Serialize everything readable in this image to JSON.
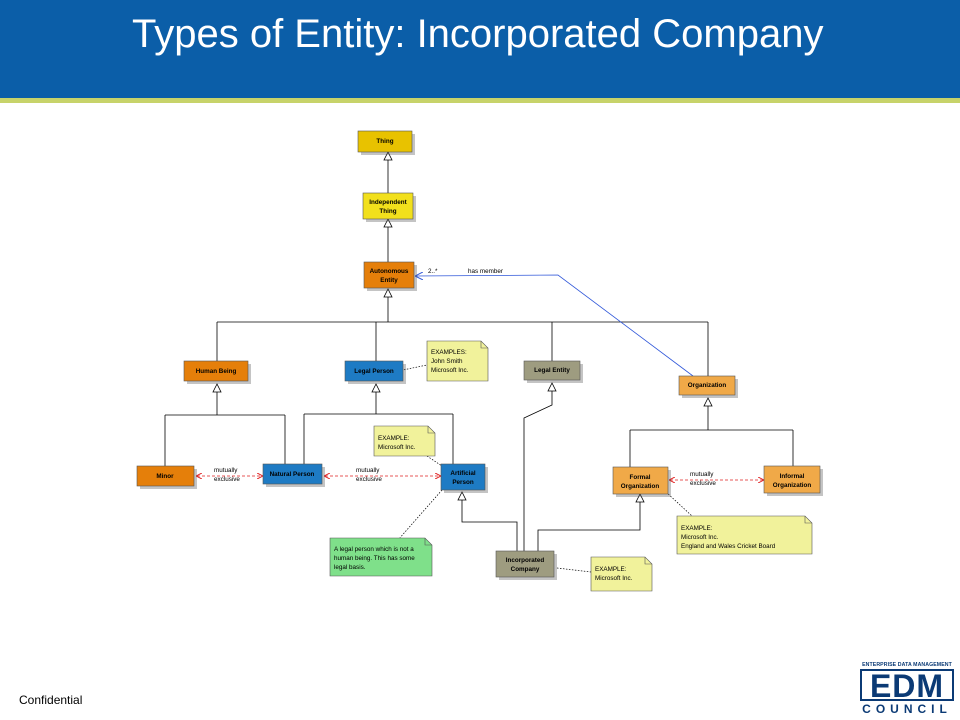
{
  "slide": {
    "title": "Types of Entity: Incorporated Company",
    "footer": "Confidential"
  },
  "logo": {
    "tagline": "ENTERPRISE DATA MANAGEMENT",
    "main": "EDM",
    "sub": "COUNCIL"
  },
  "colors": {
    "header": "#0b5ea8",
    "stripe": "#c7d36a",
    "yellow_class": "#e8c200",
    "orange_class": "#e57f0a",
    "blue_class": "#1e7bc4",
    "gray_class": "#9e9c80",
    "light_orange_class": "#f0a948",
    "note_yellow": "#f1f29b",
    "note_green": "#7fe08a",
    "association_line": "#3057d9",
    "disjoint_line": "#e02020"
  },
  "nodes": {
    "thing": {
      "label": "Thing"
    },
    "independent_thing": {
      "label1": "Independent",
      "label2": "Thing"
    },
    "autonomous_entity": {
      "label1": "Autonomous",
      "label2": "Entity"
    },
    "human_being": {
      "label": "Human Being"
    },
    "legal_person": {
      "label": "Legal Person"
    },
    "legal_entity": {
      "label": "Legal Entity"
    },
    "organization": {
      "label": "Organization"
    },
    "minor": {
      "label": "Minor"
    },
    "natural_person": {
      "label": "Natural Person"
    },
    "artificial_person": {
      "label1": "Artificial",
      "label2": "Person"
    },
    "formal_organization": {
      "label1": "Formal",
      "label2": "Organization"
    },
    "informal_organization": {
      "label1": "Informal",
      "label2": "Organization"
    },
    "incorporated_company": {
      "label1": "Incorporated",
      "label2": "Company"
    }
  },
  "notes": {
    "legal_person_examples": {
      "l1": "EXAMPLES:",
      "l2": "John Smith",
      "l3": "Microsoft Inc."
    },
    "artificial_person_example": {
      "l1": "EXAMPLE:",
      "l2": "Microsoft Inc."
    },
    "artificial_person_definition": {
      "l1": "A legal person which is not a",
      "l2": "human being. This has some",
      "l3": "legal basis."
    },
    "formal_organization_example": {
      "l1": "EXAMPLE:",
      "l2": "Microsoft Inc.",
      "l3": "England and Wales Cricket Board"
    },
    "incorporated_company_example": {
      "l1": "EXAMPLE:",
      "l2": "Microsoft Inc."
    }
  },
  "edges": {
    "has_member": {
      "label": "has member",
      "multiplicity": "2..*"
    },
    "minor_natural": {
      "l1": "mutually",
      "l2": "exclusive"
    },
    "natural_artificial": {
      "l1": "mutually",
      "l2": "exclusive"
    },
    "formal_informal": {
      "l1": "mutually",
      "l2": "exclusive"
    }
  }
}
